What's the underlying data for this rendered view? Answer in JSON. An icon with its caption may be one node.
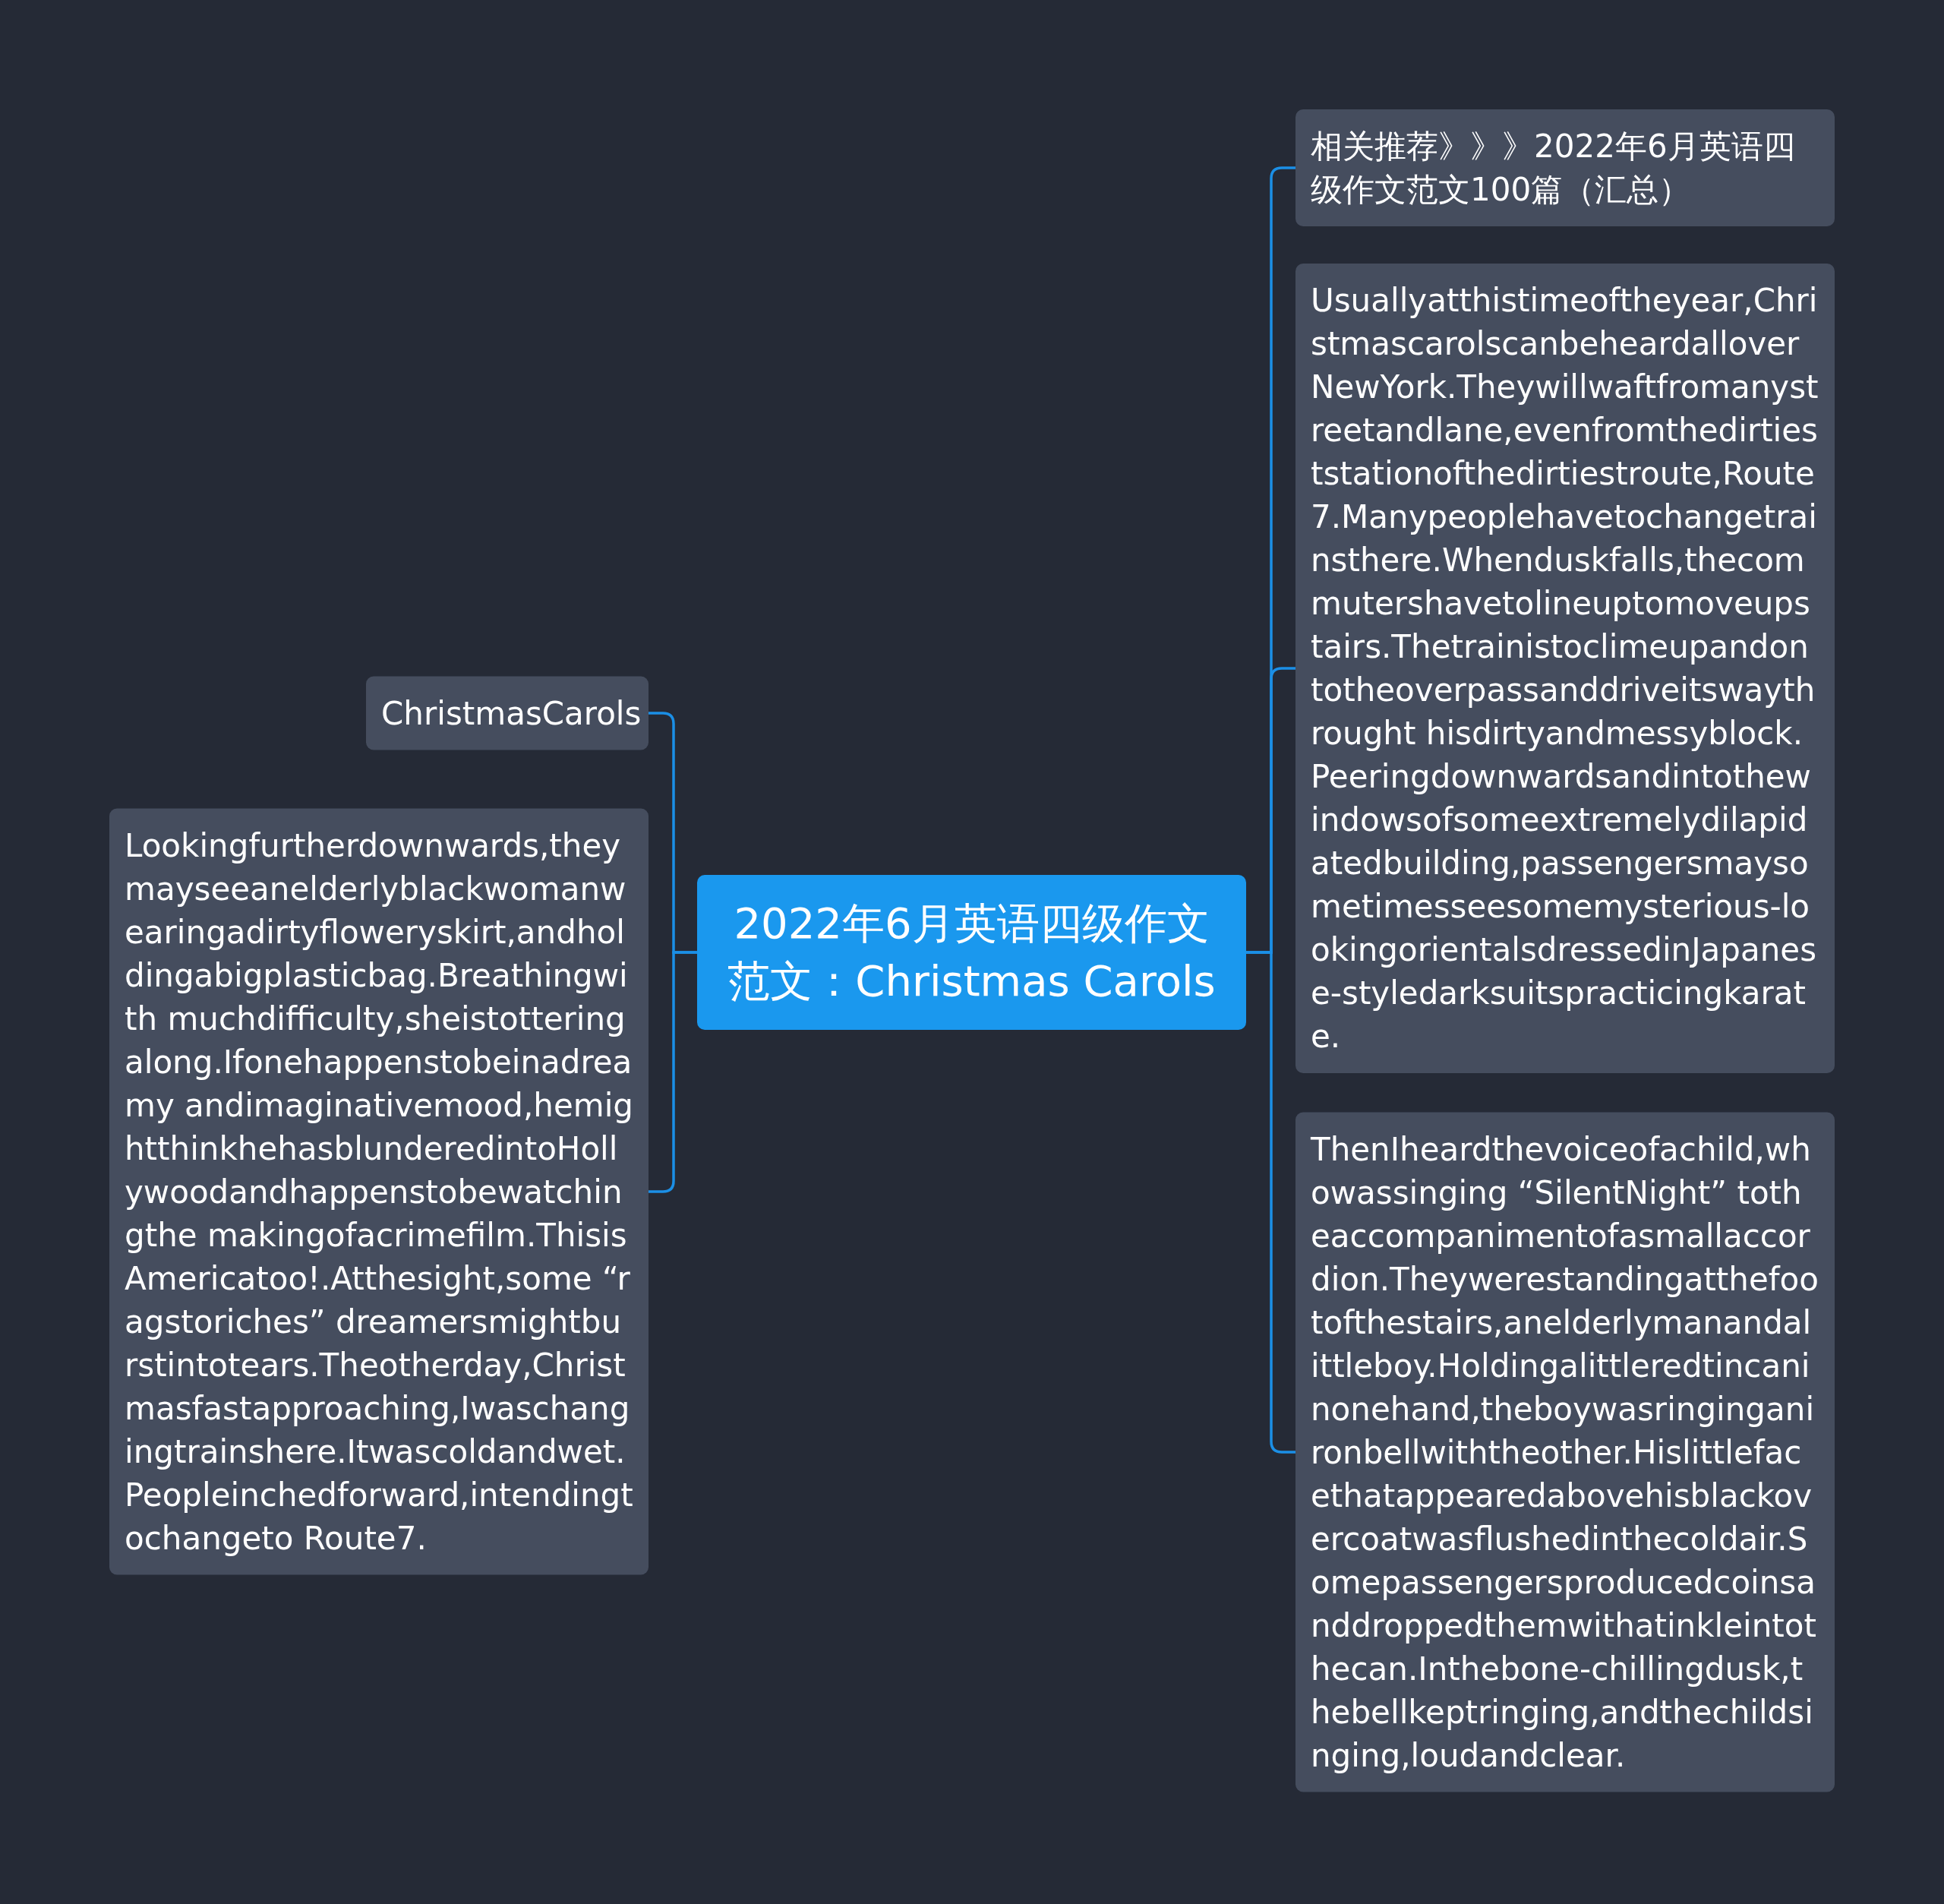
{
  "diagram": {
    "nodes": [
      {
        "text": [
          "2022年6月英语四级作文范文：Christmas Carols"
        ]
      },
      {
        "text": [
          "ChristmasCarols"
        ]
      },
      {
        "text": [
          "Lookingfurtherdownwards,they mayseeanelderlyblackwomanwearingadirtyfloweryskirt,andholdingabigplasticbag.Breathingwith muchdifficulty,sheistotteringalong.Ifonehappenstobeinadreamy andimaginativemood,hemightthinkhehasblunderedintoHollywoodandhappenstobewatchingthe makingofacrimefilm.ThisisAmericatoo!.Atthesight,some “ragstoriches” dreamersmightburstintotears.Theotherday,Christmasfastapproaching,Iwaschangingtrainshere.Itwascoldandwet.Peopleinchedforward,intendingtochangeto Route7."
        ]
      },
      {
        "text": [
          "相关推荐》》》2022年6月英语四级作文范文100篇（汇总）"
        ]
      },
      {
        "text": [
          "Usuallyatthistimeoftheyear,ChristmascarolscanbeheardalloverNewYork.Theywillwaftfromanystreetandlane,evenfromthedirtieststationofthedirtiestroute,Route7.Manypeoplehavetochangetrainsthere.Whenduskfalls,thecommutershavetolineuptomoveupstairs.Thetrainistoclimeupandontotheoverpassanddriveitswaythrought hisdirtyandmessyblock.Peeringdownwardsandintothewindowsofsomeextremelydilapidatedbuilding,passengersmaysometimesseesomemysterious-lookingorientalsdressedinJapanese-styledarksuitspracticingkarate."
        ]
      },
      {
        "text": [
          "ThenIheardthevoiceofachild,whowassinging “SilentNight” totheaccompanimentofasmallaccordion.Theywerestandingatthefootofthestairs,anelderlymanandalittleboy.Holdingalittleredtincaninonehand,theboywasringinganironbellwiththeother.Hislittlefacethatappearedabovehisblackovercoatwasflushedinthecoldair.Somepassengersproducedcoinsanddroppedthemwithatinkleintothecan.Inthebone-chillingdusk,thebellkeptringing,andthechildsinging,loudandclear."
        ]
      }
    ],
    "edges": [
      {
        "from": 0,
        "to": 1,
        "arrow": "none"
      },
      {
        "from": 0,
        "to": 2,
        "arrow": "none"
      },
      {
        "from": 0,
        "to": 3,
        "arrow": "none"
      },
      {
        "from": 0,
        "to": 4,
        "arrow": "none"
      },
      {
        "from": 0,
        "to": 5,
        "arrow": "none"
      }
    ]
  }
}
